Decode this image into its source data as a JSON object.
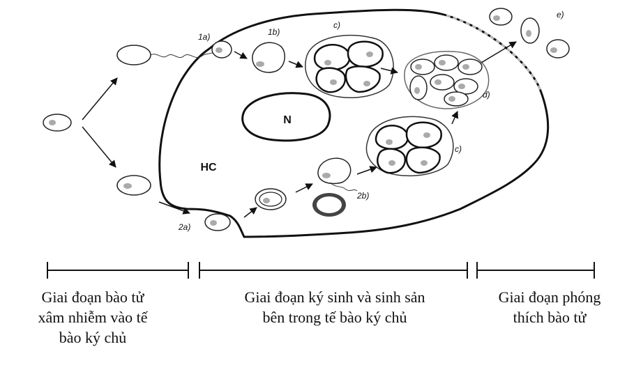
{
  "labels": {
    "step_1a": "1a)",
    "step_1b": "1b)",
    "step_c_top": "c)",
    "step_c_bottom": "c)",
    "step_d": "d)",
    "step_e": "e)",
    "step_2a": "2a)",
    "step_2b": "2b)",
    "nucleus": "N",
    "host_cell": "HC"
  },
  "stages": [
    {
      "lines": [
        "Giai đoạn bào tử",
        "xâm nhiễm vào tế",
        "bào ký chủ"
      ]
    },
    {
      "lines": [
        "Giai đoạn ký sinh và sinh sản",
        "bên trong tế bào ký chủ"
      ]
    },
    {
      "lines": [
        "Giai đoạn phóng",
        "thích bào tử"
      ]
    }
  ]
}
